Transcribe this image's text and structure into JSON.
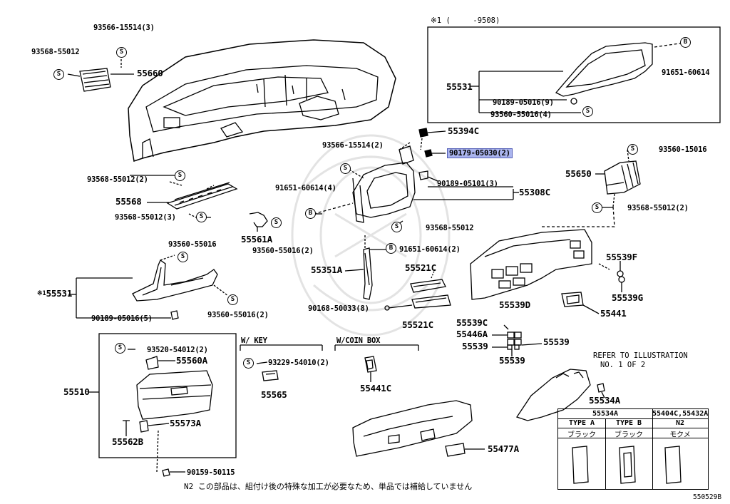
{
  "header": {
    "note_mark": "※1 (",
    "note_range": "-9508)"
  },
  "parts": {
    "p93566_15514_3": "93566-15514(3)",
    "p93568_55012_a": "93568-55012",
    "p55660": "55660",
    "p55531_top": "55531",
    "p90189_05016_9": "90189-05016(9)",
    "p93560_55016_4": "93560-55016(4)",
    "p91651_60614": "91651-60614",
    "p55394C": "55394C",
    "p90179_05030_2": "90179-05030(2)",
    "p93566_15514_2": "93566-15514(2)",
    "p93560_15016": "93560-15016",
    "p55650": "55650",
    "p93568_55012_2a": "93568-55012(2)",
    "p91651_60614_4": "91651-60614(4)",
    "p90189_05101_3": "90189-05101(3)",
    "p55308C": "55308C",
    "p93568_55012_2b": "93568-55012(2)",
    "p55568": "55568",
    "p93568_55012_3": "93568-55012(3)",
    "p93568_55012_b": "93568-55012",
    "p55561A": "55561A",
    "p93560_55016_2a": "93560-55016(2)",
    "p93560_55016": "93560-55016",
    "p91651_60614_2": "91651-60614(2)",
    "p55351A": "55351A",
    "p55521C_a": "55521C",
    "p55539F": "55539F",
    "p55531_left": "55531",
    "p55539G": "55539G",
    "p90189_05016_5": "90189-05016(5)",
    "p93560_55016_2b": "93560-55016(2)",
    "p90168_50033_8": "90168-50033(8)",
    "p55521C_b": "55521C",
    "p55441": "55441",
    "p55539D": "55539D",
    "p55539C": "55539C",
    "p55446A": "55446A",
    "p55539_a": "55539",
    "p55539_b": "55539",
    "p55539_c": "55539",
    "p93520_54012_2": "93520-54012(2)",
    "p55560A": "55560A",
    "p93229_54010_2": "93229-54010(2)",
    "p55565": "55565",
    "p55441C": "55441C",
    "p55510": "55510",
    "p55573A": "55573A",
    "p55562B": "55562B",
    "p90159_50115": "90159-50115",
    "p55534A": "55534A",
    "p55477A": "55477A"
  },
  "groups": {
    "w_key": "W/ KEY",
    "w_coin_box": "W/COIN BOX"
  },
  "refer": {
    "line1": "REFER TO ILLUSTRATION",
    "line2": "NO. 1 OF 2"
  },
  "badges": {
    "s": "S",
    "b": "B"
  },
  "table": {
    "col1_header": "55534A",
    "col2_header": "55404C,55432A",
    "type_a": "TYPE A",
    "type_b": "TYPE B",
    "n2": "N2",
    "color_a": "ブラック",
    "color_b": "ブラック",
    "color_c": "モクメ"
  },
  "footnote": "N2 この部品は、組付け後の特殊な加工が必要なため、単品では補給していません",
  "drawing_no": "550529B"
}
